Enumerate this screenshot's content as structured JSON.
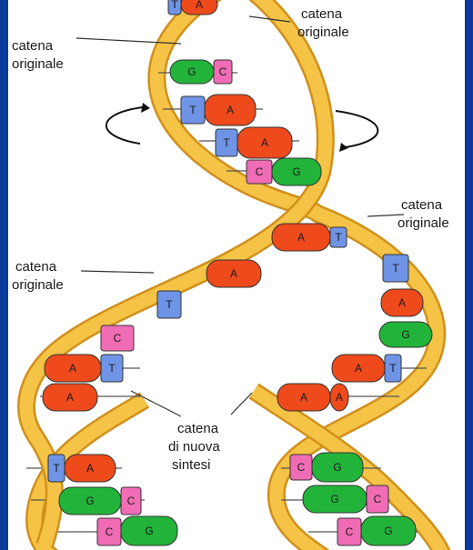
{
  "labels": {
    "top_right": [
      "catena",
      "originale"
    ],
    "top_left": [
      "catena",
      "originale"
    ],
    "mid_right": [
      "catena",
      "originale"
    ],
    "mid_left": [
      "catena",
      "originale"
    ],
    "bottom": [
      "catena",
      "di nuova",
      "sintesi"
    ]
  },
  "bases": {
    "A": "A",
    "T": "T",
    "G": "G",
    "C": "C"
  },
  "colors": {
    "adenine": "#ee4a1c",
    "thymine": "#6f94e6",
    "guanine": "#22b33a",
    "cytosine": "#f06cb4",
    "backbone": "#f5c346",
    "backbone_edge": "#d0901c",
    "background": "#0a3a9c"
  }
}
